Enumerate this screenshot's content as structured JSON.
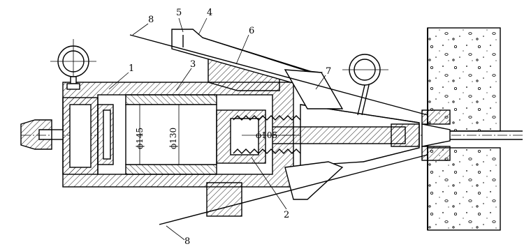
{
  "part_labels": {
    "p1": "1",
    "p2": "2",
    "p3": "3",
    "p4": "4",
    "p5": "5",
    "p6": "6",
    "p7": "7",
    "p8_top": "8",
    "p8_bottom": "8"
  },
  "dimensions": {
    "d145": "ϕ145",
    "d130": "ϕ130",
    "d105": "ϕ105"
  }
}
